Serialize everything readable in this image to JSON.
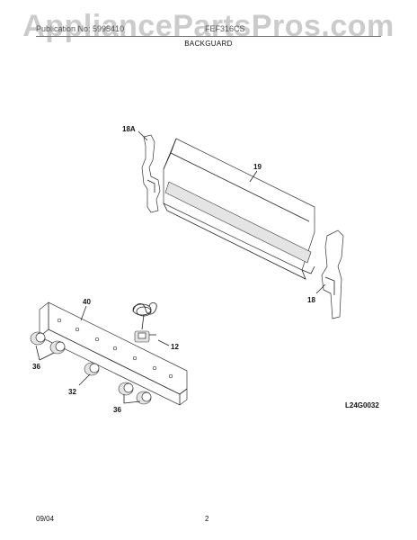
{
  "watermark": "AppliancePartsPros.com",
  "header": {
    "left": "Publication No: 5995410",
    "right": "FEF316CS"
  },
  "section_title": "BACKGUARD",
  "diagram_code": "L24G0032",
  "footer": {
    "date": "09/04",
    "page": "2"
  },
  "callouts": {
    "part_18a": "18A",
    "part_19": "19",
    "part_18": "18",
    "part_40": "40",
    "part_12": "12",
    "part_36_left": "36",
    "part_32": "32",
    "part_36_bottom": "36"
  }
}
